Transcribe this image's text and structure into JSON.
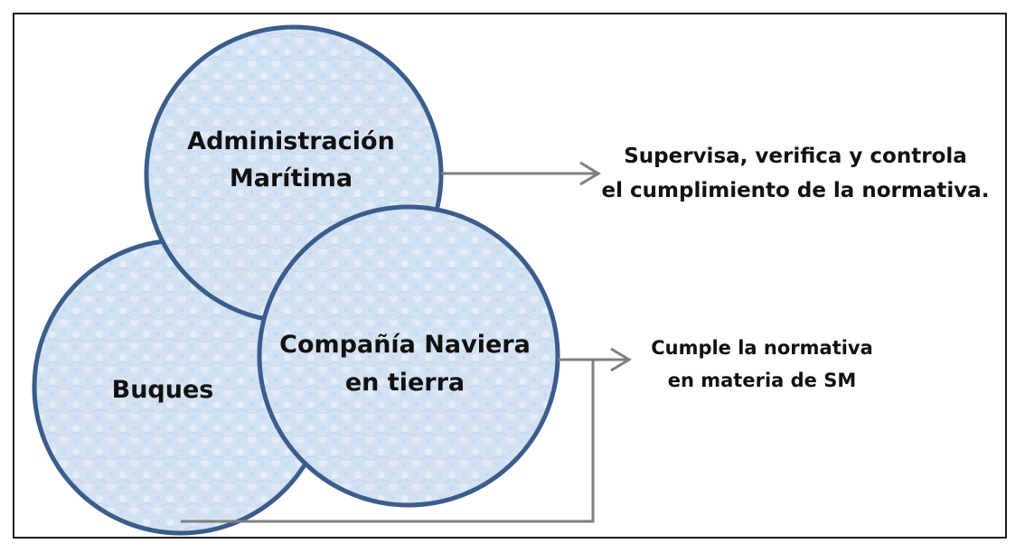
{
  "circles": {
    "administracion": {
      "line1": "Administración",
      "line2": "Marítima"
    },
    "buques": {
      "line1": "Buques"
    },
    "compania": {
      "line1": "Compañía Naviera",
      "line2": "en tierra"
    }
  },
  "annotations": {
    "top": {
      "line1": "Supervisa, verifica y controla",
      "line2": "el cumplimiento de la normativa."
    },
    "bottom": {
      "line1": "Cumple la normativa",
      "line2": "en materia de SM"
    }
  },
  "colors": {
    "circle_fill": "#d6e4f4",
    "circle_fill_light": "#e8f0fa",
    "circle_stroke": "#3b5d8c",
    "arrow": "#7f7f7f",
    "frame": "#1a1a1a"
  }
}
